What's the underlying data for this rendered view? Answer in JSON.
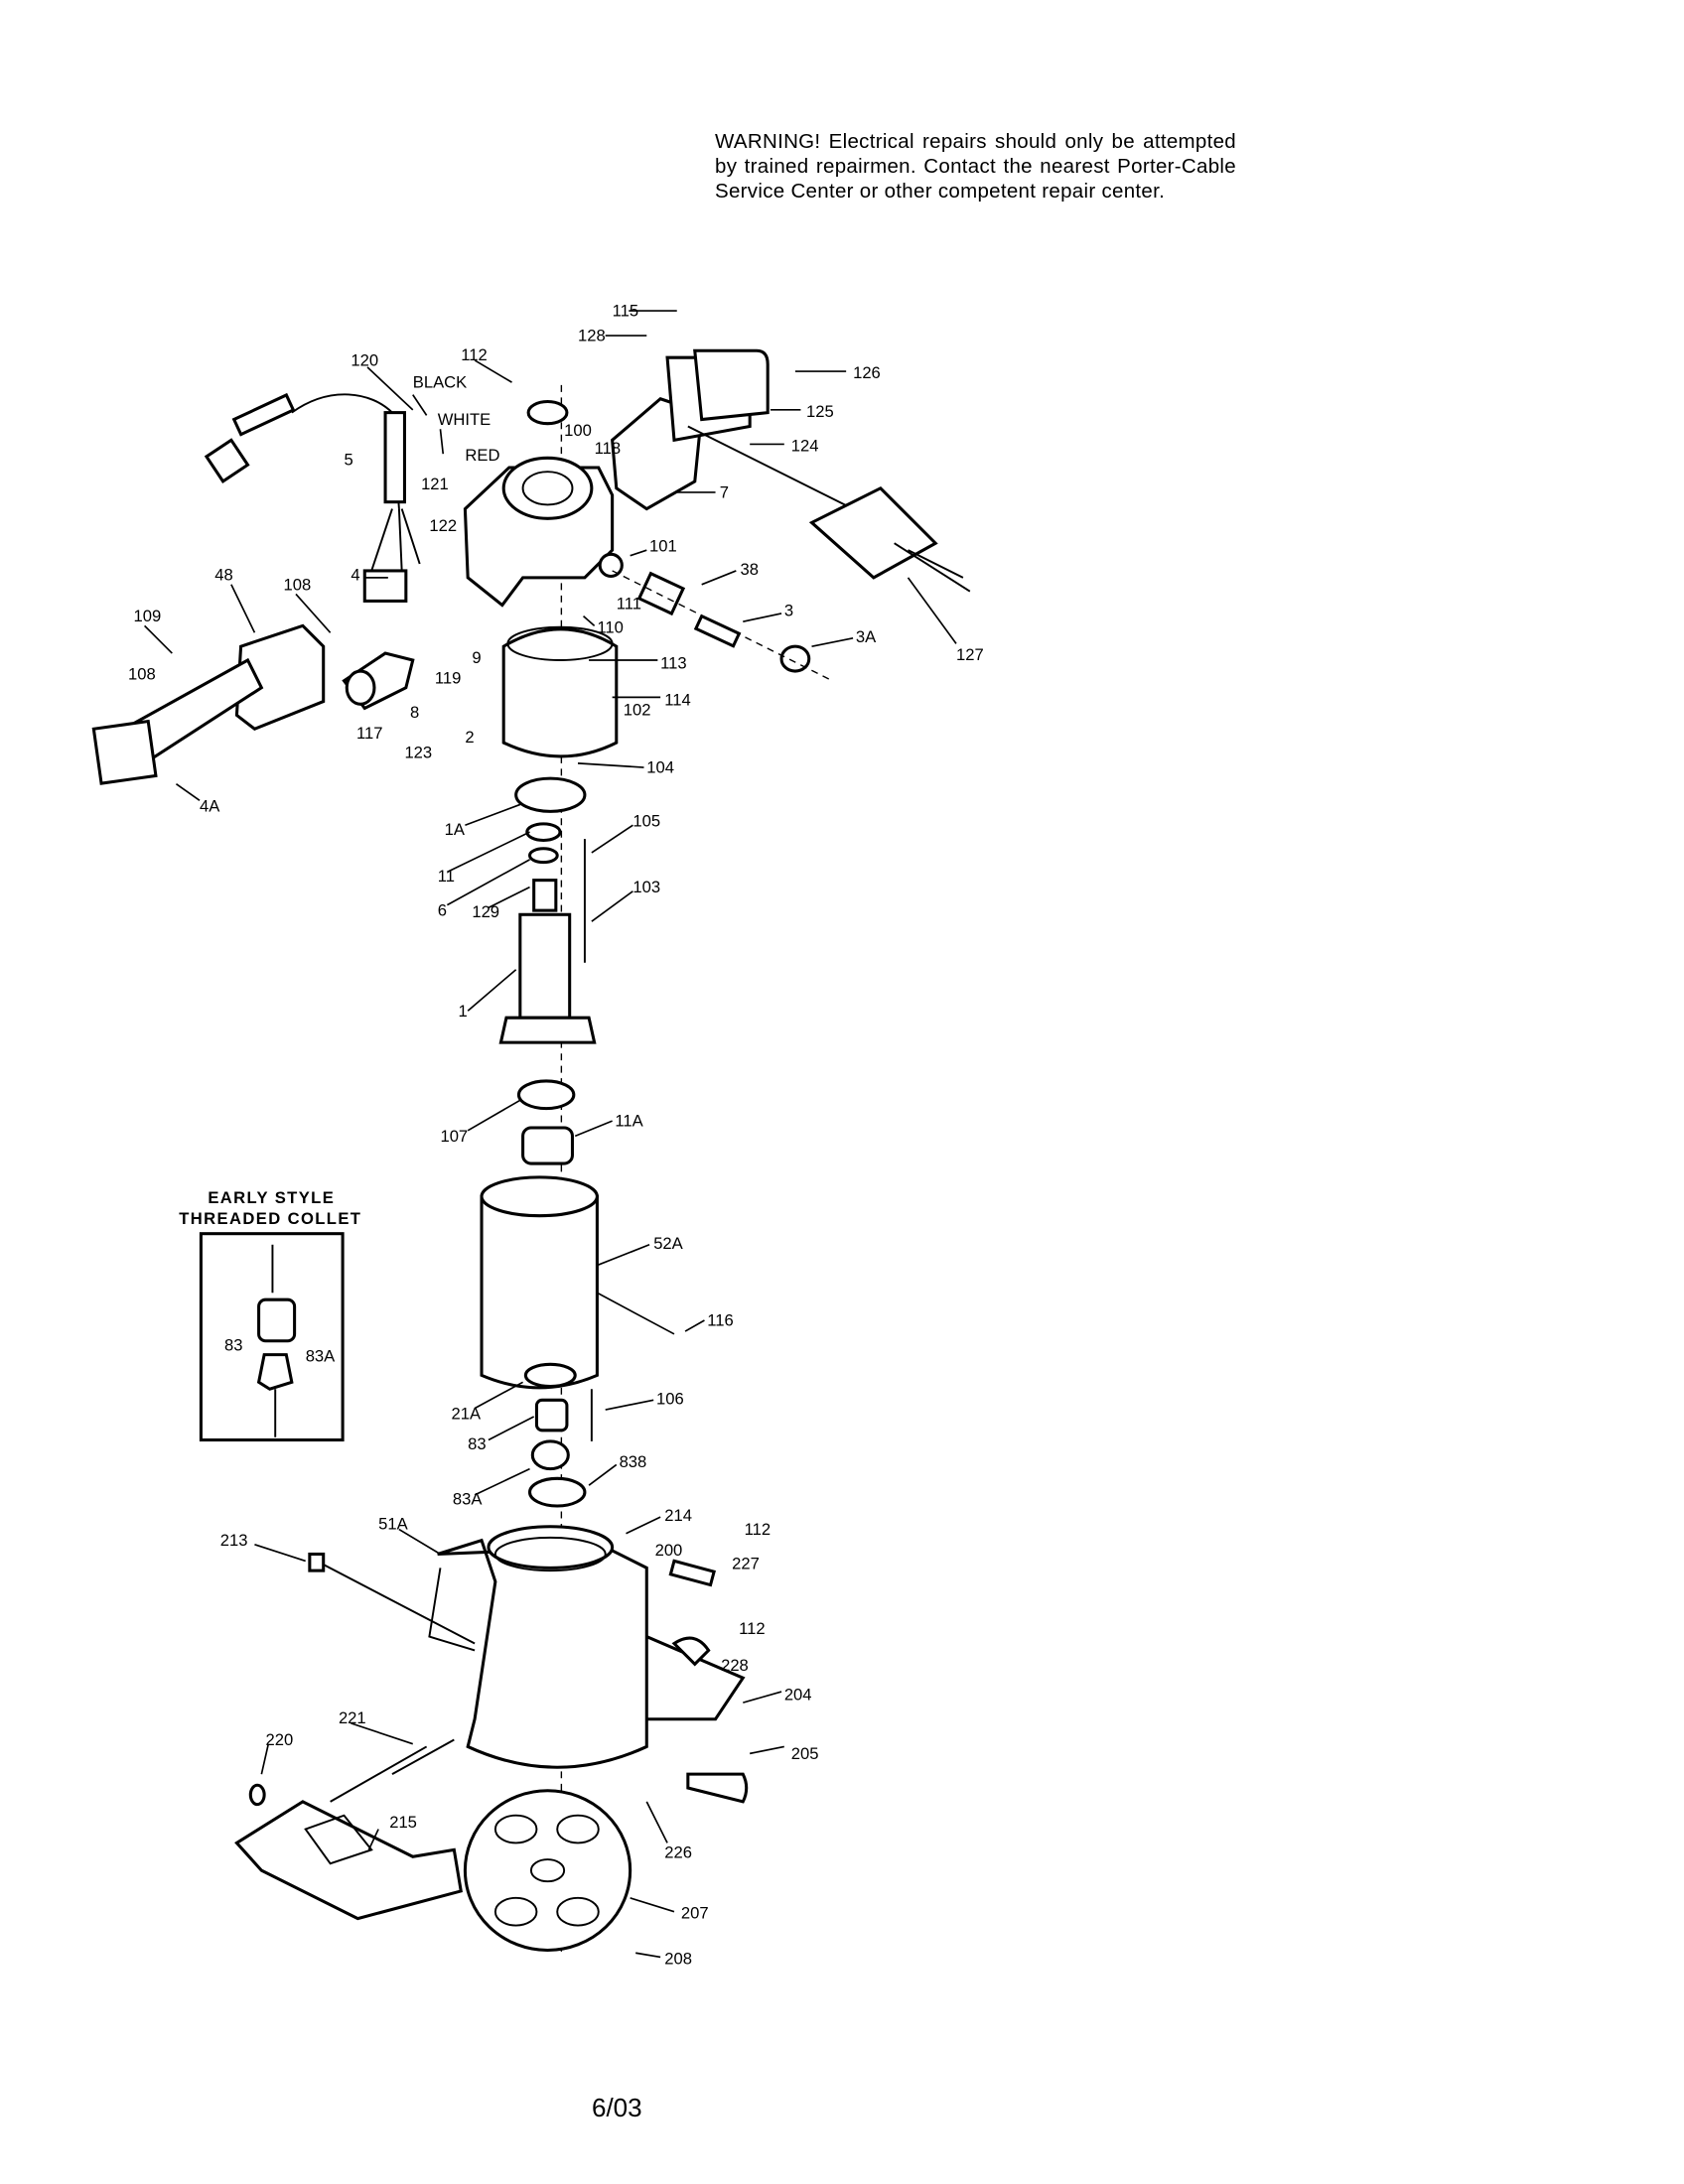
{
  "warning": "WARNING! Electrical repairs should only be attempted by trained repairmen. Contact the nearest Porter-Cable Service Center or other competent repair center.",
  "footer": "6/03",
  "inset": {
    "title_line1": "EARLY STYLE",
    "title_line2": "THREADED COLLET",
    "labels": [
      "83",
      "83A"
    ]
  },
  "wires": {
    "black": "BLACK",
    "white": "WHITE",
    "red": "RED"
  },
  "labels": [
    "120",
    "112",
    "5",
    "121",
    "100",
    "118",
    "115",
    "128",
    "126",
    "125",
    "124",
    "7",
    "122",
    "101",
    "38",
    "3",
    "3A",
    "127",
    "111",
    "110",
    "4",
    "48",
    "108",
    "109",
    "108",
    "9",
    "119",
    "113",
    "114",
    "102",
    "8",
    "117",
    "123",
    "2",
    "104",
    "4A",
    "1A",
    "105",
    "11",
    "6",
    "129",
    "103",
    "1",
    "107",
    "11A",
    "52A",
    "116",
    "21A",
    "106",
    "83",
    "838",
    "83A",
    "51A",
    "214",
    "112",
    "213",
    "200",
    "227",
    "112",
    "228",
    "204",
    "221",
    "220",
    "205",
    "215",
    "226",
    "207",
    "208"
  ]
}
